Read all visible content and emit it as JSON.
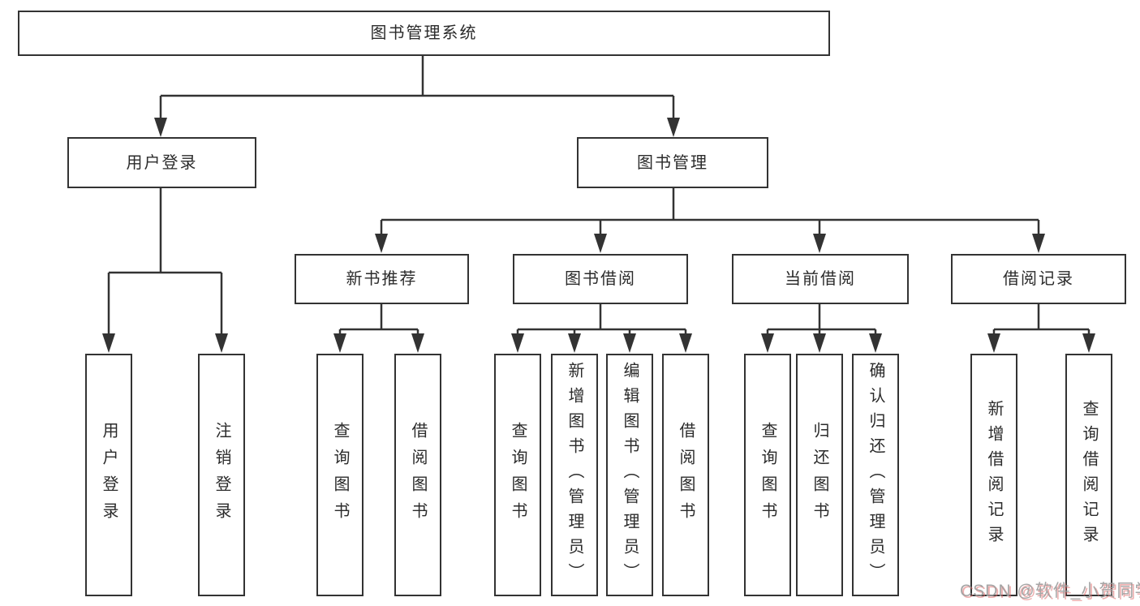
{
  "root": {
    "label": "图书管理系统"
  },
  "branches": {
    "user_login": {
      "label": "用户登录",
      "children": [
        {
          "label": "用户登录"
        },
        {
          "label": "注销登录"
        }
      ]
    },
    "book_mgmt": {
      "label": "图书管理",
      "children": [
        {
          "label": "新书推荐",
          "children": [
            {
              "label": "查询图书"
            },
            {
              "label": "借阅图书"
            }
          ]
        },
        {
          "label": "图书借阅",
          "children": [
            {
              "label": "查询图书"
            },
            {
              "label": "新增图书（管理员）"
            },
            {
              "label": "编辑图书（管理员）"
            },
            {
              "label": "借阅图书"
            }
          ]
        },
        {
          "label": "当前借阅",
          "children": [
            {
              "label": "查询图书"
            },
            {
              "label": "归还图书"
            },
            {
              "label": "确认归还（管理员）"
            }
          ]
        },
        {
          "label": "借阅记录",
          "children": [
            {
              "label": "新增借阅记录"
            },
            {
              "label": "查询借阅记录"
            }
          ]
        }
      ]
    }
  },
  "watermark": {
    "text": "CSDN @软件_小贺同学"
  },
  "colors": {
    "line": "#333333",
    "box_border": "#333333",
    "text": "#2b2b2b",
    "watermark_gray": "#9e9e9e",
    "watermark_red": "#e06c6c"
  }
}
